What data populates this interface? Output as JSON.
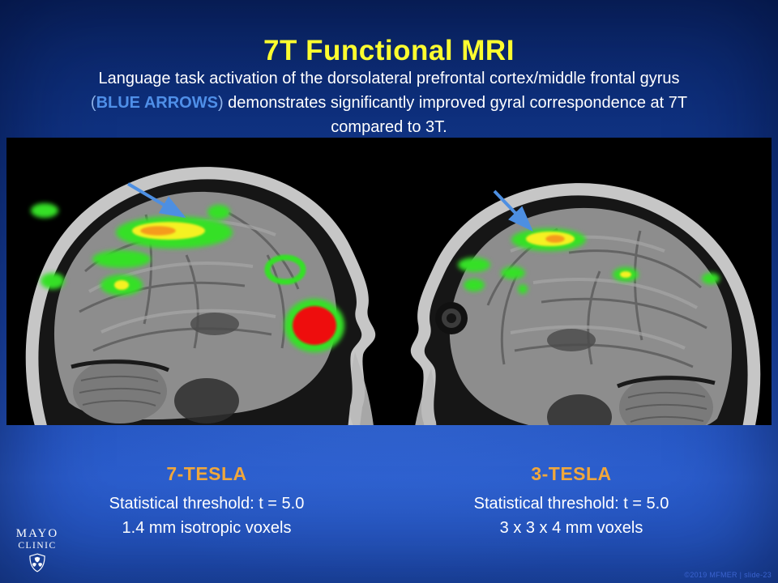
{
  "slide": {
    "title": "7T Functional MRI",
    "subtitle": {
      "line1": "Language task activation of the dorsolateral prefrontal cortex/middle frontal gyrus",
      "open_paren": "(",
      "highlight": "BLUE ARROWS",
      "close_paren": ")",
      "line2_rest": "  demonstrates significantly improved gyral correspondence at 7T",
      "line3": "compared to 3T."
    },
    "panels": [
      {
        "heading": "7-TESLA",
        "threshold": "Statistical threshold: t = 5.0",
        "voxels": "1.4 mm isotropic voxels"
      },
      {
        "heading": "3-TESLA",
        "threshold": "Statistical threshold: t = 5.0",
        "voxels": "3 x 3 x 4 mm voxels"
      }
    ],
    "logo": {
      "line1": "MAYO",
      "line2": "CLINIC"
    },
    "footer": "©2019 MFMER   |   slide-23"
  },
  "colors": {
    "title_yellow": "#fdfd2f",
    "heading_gold": "#f0a73c",
    "highlight_blue": "#4f8fe8",
    "paren_blue": "#8fb3e8",
    "body_text": "#ffffff",
    "background_top": "#0a2566",
    "background_bottom": "#2a5ccc",
    "mri_background": "#000000",
    "activation_green": "#35e028",
    "activation_yellow": "#f5f123",
    "activation_orange": "#f59b1e",
    "activation_red": "#ee1111",
    "arrow_blue": "#4d8fe2",
    "footer_blue": "#3b63cf"
  }
}
